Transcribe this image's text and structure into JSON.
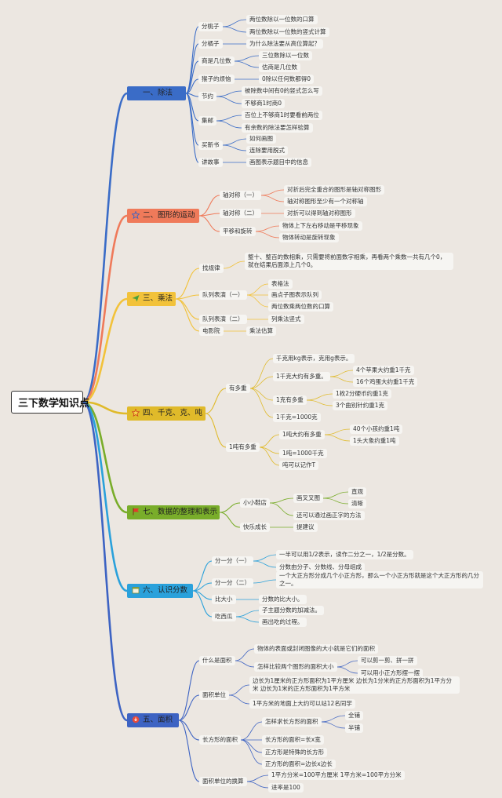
{
  "title": "三下数学知识点",
  "branches": [
    {
      "id": "b1",
      "label": "一、除法",
      "color": "#3a6cc7",
      "icon": "sparkle-icon"
    },
    {
      "id": "b2",
      "label": "二、图形的运动",
      "color": "#ef7a5a",
      "icon": "star-outline-icon"
    },
    {
      "id": "b3",
      "label": "三、乘法",
      "color": "#f2c23a",
      "icon": "paper-plane-icon"
    },
    {
      "id": "b4",
      "label": "四、千克、克、吨",
      "color": "#e0ba2a",
      "icon": "star-icon"
    },
    {
      "id": "b5",
      "label": "七、数据的整理和表示",
      "color": "#79ad2a",
      "icon": "flag-icon"
    },
    {
      "id": "b6",
      "label": "六、认识分数",
      "color": "#2aa1db",
      "icon": "calendar-icon"
    },
    {
      "id": "b7",
      "label": "五、面积",
      "color": "#3d63c3",
      "icon": "lightbulb-icon"
    }
  ],
  "nodes": {
    "n1": "分桃子",
    "n1a": "两位数除以一位数的口算",
    "n1b": "两位数除以一位数的竖式计算",
    "n2": "分橘子",
    "n2a": "为什么除法要从高位算起？",
    "n3": "商是几位数",
    "n3a": "三位数除以一位数",
    "n3b": "估商是几位数",
    "n4": "猴子的烦恼",
    "n4a": "0除以任何数都得0",
    "n5": "节约",
    "n5a": "被除数中间有0的竖式怎么写",
    "n5b": "不够商1时商0",
    "n6": "集邮",
    "n6a": "百位上不够商1时要看前两位",
    "n6b": "有余数的除法要怎样验算",
    "n7": "买新书",
    "n7a": "如何画图",
    "n7b": "连除要用脱式",
    "n8": "讲故事",
    "n8a": "画图表示题目中的信息",
    "m1": "轴对称（一）",
    "m1a": "对折后完全重合的图形是轴对称图形",
    "m1b": "轴对称图形至少有一个对称轴",
    "m2": "轴对称（二）",
    "m2a": "对折可以得到轴对称图形",
    "m3": "平移和旋转",
    "m3a": "物体上下左右移动是平移现象",
    "m3b": "物体转动是旋转现象",
    "p1": "找规律",
    "p1a": "整十、整百的数相乘，只需要将前面数字相乘，再看两个乘数一共有几个0，就在结果后面添上几个0。",
    "p2": "队列表演（一）",
    "p2a": "表格法",
    "p2b": "画点子图表示队列",
    "p2c": "两位数乘两位数的口算",
    "p3": "队列表演（二）",
    "p3a": "列乘法竖式",
    "p4": "电影院",
    "p4a": "乘法估算",
    "w1": "有多重",
    "w1a": "千克用kg表示，克用g表示。",
    "w1b": "1千克大约有多重。",
    "w1b1": "4个苹果大约重1千克",
    "w1b2": "16个鸡蛋大约重1千克",
    "w1c": "1克有多重",
    "w1c1": "1枚2分硬币约重1克",
    "w1c2": "3个曲别针约重1克",
    "w1d": "1千克=1000克",
    "w2": "1吨有多重",
    "w2a": "1吨大约有多重",
    "w2a1": "40个小孩约重1吨",
    "w2a2": "1头大象约重1吨",
    "w2b": "1吨=1000千克",
    "w2c": "吨可以记作T",
    "d1": "小小鞋店",
    "d1a": "画叉叉图",
    "d1a1": "直观",
    "d1a2": "清晰",
    "d1b": "还可以通过画正字的方法",
    "d2": "快乐成长",
    "d2a": "提建议",
    "f1": "分一分（一）",
    "f1a": "一半可以用1/2表示，读作二分之一，1/2是分数。",
    "f1b": "分数由分子、分数线、分母组成",
    "f2": "分一分（二）",
    "f2a": "一个大正方形分成几个小正方形，那么一个小正方形就是这个大正方形的几分之一。",
    "f3": "比大小",
    "f3a": "分数的比大小。",
    "f4": "吃西瓜",
    "f4a": "子主题分数的加减法。",
    "f4b": "画出吃的过程。",
    "a1": "什么是面积",
    "a1a": "物体的表面或封闭图像的大小就是它们的面积",
    "a1b": "怎样比较两个图形的面积大小",
    "a1b1": "可以剪一剪、拼一拼",
    "a1b2": "可以用小正方形摆一摆",
    "a2": "面积单位",
    "a2a": "边长为1厘米的正方形面积为1平方厘米 边长为1分米的正方形面积为1平方分米 边长为1米的正方形面积为1平方米",
    "a2b": "1平方米的地面上大约可以站12名同学",
    "a3": "长方形的面积",
    "a3a": "怎样求长方形的面积",
    "a3a1": "全铺",
    "a3a2": "半铺",
    "a3b": "长方形的面积=长x宽",
    "a3c": "正方形是特殊的长方形",
    "a3d": "正方形的面积=边长x边长",
    "a4": "面积单位的换算",
    "a4a": "1平方分米=100平方厘米 1平方米=100平方分米",
    "a4b": "进率是100"
  }
}
